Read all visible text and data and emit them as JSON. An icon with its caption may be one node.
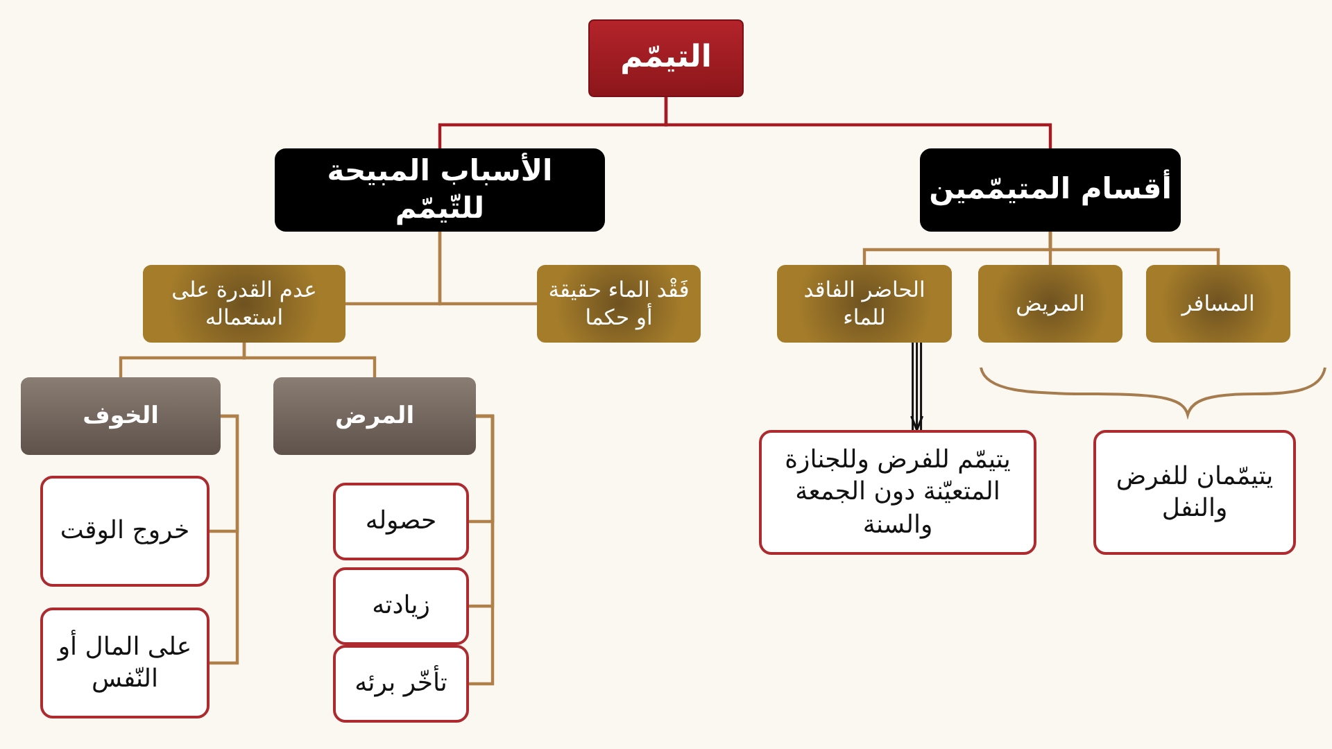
{
  "diagram": {
    "nodes": [
      {
        "text": [
          "التيمّم"
        ]
      },
      {
        "text": [
          "أقسام المتيمّمين"
        ]
      },
      {
        "text": [
          "الأسباب المبيحة للتّيمّم"
        ]
      },
      {
        "text": [
          "المسافر"
        ]
      },
      {
        "text": [
          "المريض"
        ]
      },
      {
        "text": [
          "الحاضر الفاقد للماء"
        ]
      },
      {
        "text": [
          "فَقْد الماء حقيقة أو حكما"
        ]
      },
      {
        "text": [
          "عدم القدرة على استعماله"
        ]
      },
      {
        "text": [
          "المرض"
        ]
      },
      {
        "text": [
          "الخوف"
        ]
      },
      {
        "text": [
          "يتيمّم للفرض وللجنازة المتعيّنة دون الجمعة والسنة"
        ]
      },
      {
        "text": [
          "يتيمّمان للفرض والنفل"
        ]
      },
      {
        "text": [
          "حصوله"
        ]
      },
      {
        "text": [
          "زيادته"
        ]
      },
      {
        "text": [
          "تأخّر برئه"
        ]
      },
      {
        "text": [
          "خروج الوقت"
        ]
      },
      {
        "text": [
          "على المال أو النّفس"
        ]
      }
    ],
    "edges": [
      {
        "from": 0,
        "to": 1,
        "arrow": "none",
        "color": "#a51d24"
      },
      {
        "from": 0,
        "to": 2,
        "arrow": "none",
        "color": "#a51d24"
      },
      {
        "from": 1,
        "to": 3,
        "arrow": "none"
      },
      {
        "from": 1,
        "to": 4,
        "arrow": "none"
      },
      {
        "from": 1,
        "to": 5,
        "arrow": "none"
      },
      {
        "from": 2,
        "to": 6,
        "arrow": "none"
      },
      {
        "from": 2,
        "to": 7,
        "arrow": "none"
      },
      {
        "from": 7,
        "to": 8,
        "arrow": "none"
      },
      {
        "from": 7,
        "to": 9,
        "arrow": "none"
      },
      {
        "from": 8,
        "to": 12,
        "arrow": "none"
      },
      {
        "from": 8,
        "to": 13,
        "arrow": "none"
      },
      {
        "from": 8,
        "to": 14,
        "arrow": "none"
      },
      {
        "from": 9,
        "to": 15,
        "arrow": "none"
      },
      {
        "from": 9,
        "to": 16,
        "arrow": "none"
      },
      {
        "from": 5,
        "to": 10,
        "arrow": "to",
        "color": "#111111"
      }
    ]
  }
}
